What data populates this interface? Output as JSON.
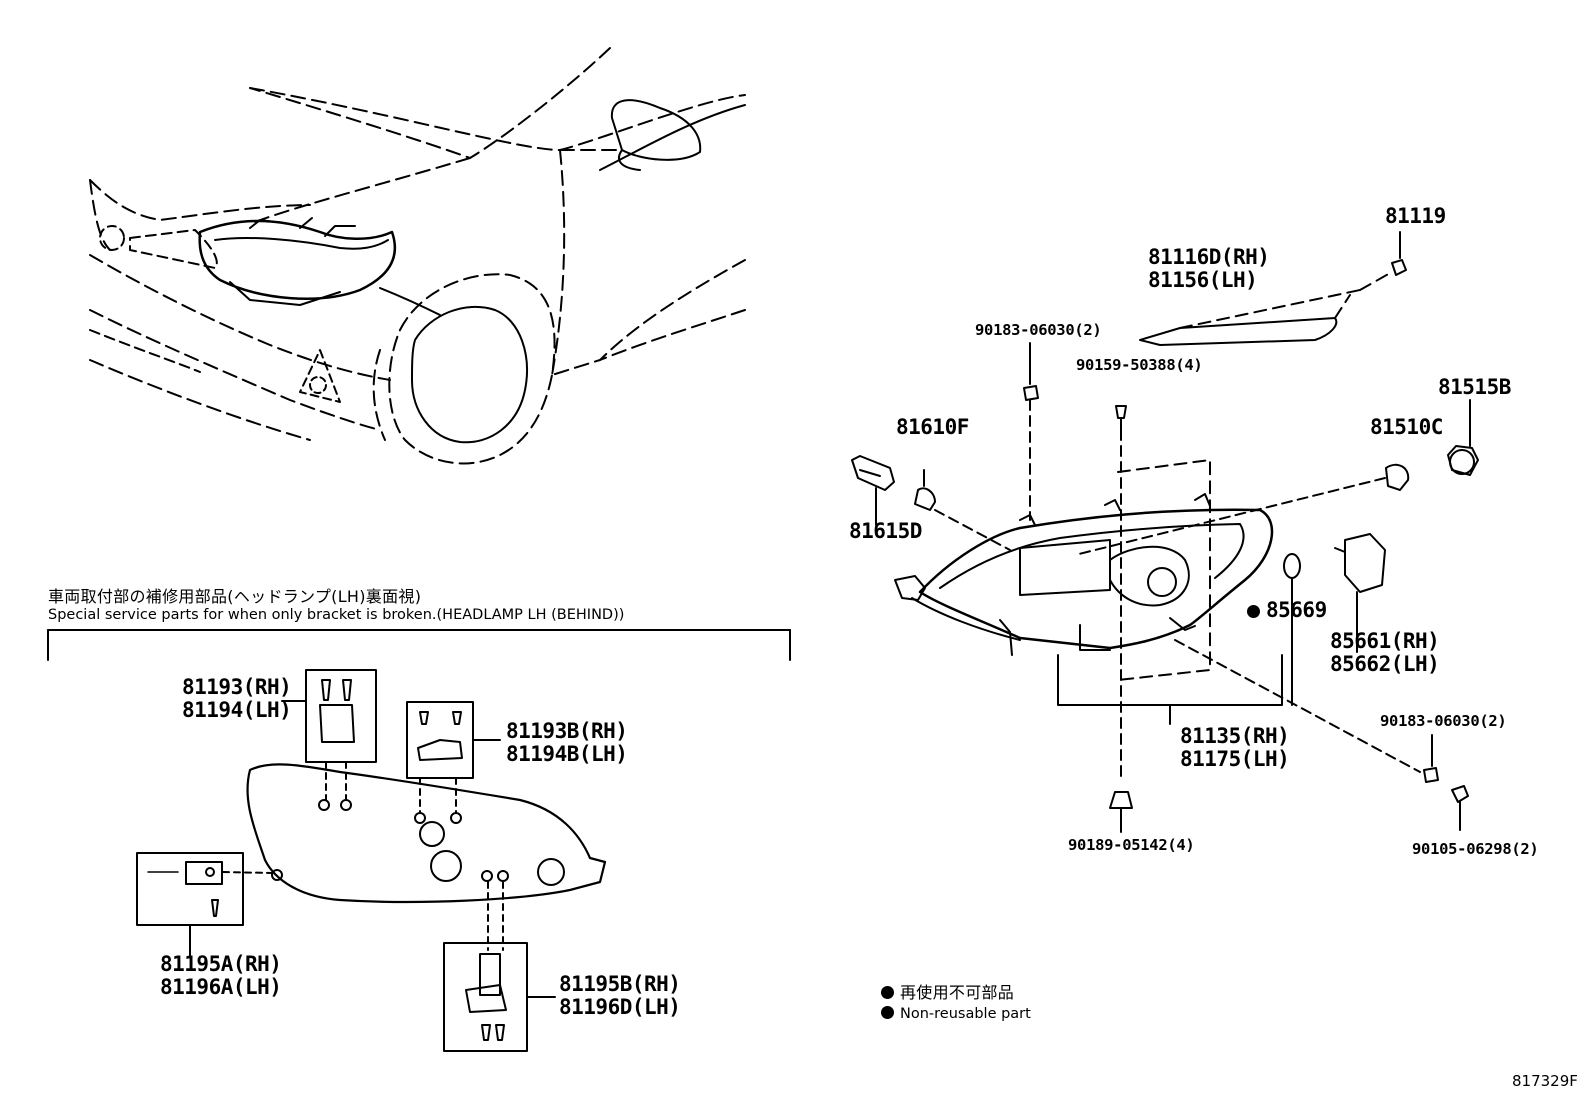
{
  "special_service": {
    "title_jp": "車両取付部の補修用部品(ヘッドランプ(LH)裏面視)",
    "title_en": "Special service parts for when only bracket is broken.(HEADLAMP LH (BEHIND))"
  },
  "parts": {
    "p81119": "81119",
    "p81116d": "81116D(RH)",
    "p81156": "81156(LH)",
    "p90183_top": "90183-06030(2)",
    "p90159": "90159-50388(4)",
    "p81610f": "81610F",
    "p81615d": "81615D",
    "p81510c": "81510C",
    "p81515b": "81515B",
    "p85669": "85669",
    "p85661": "85661(RH)",
    "p85662": "85662(LH)",
    "p81135": "81135(RH)",
    "p81175": "81175(LH)",
    "p90183_bottom": "90183-06030(2)",
    "p90189": "90189-05142(4)",
    "p90105": "90105-06298(2)",
    "p81193": "81193(RH)",
    "p81194": "81194(LH)",
    "p81193b": "81193B(RH)",
    "p81194b": "81194B(LH)",
    "p81195a": "81195A(RH)",
    "p81196a": "81196A(LH)",
    "p81195b": "81195B(RH)",
    "p81196d": "81196D(LH)"
  },
  "legend": {
    "jp": "再使用不可部品",
    "en": "Non-reusable part"
  },
  "figure_id": "817329F",
  "colors": {
    "ink": "#000000",
    "paper": "#ffffff"
  }
}
